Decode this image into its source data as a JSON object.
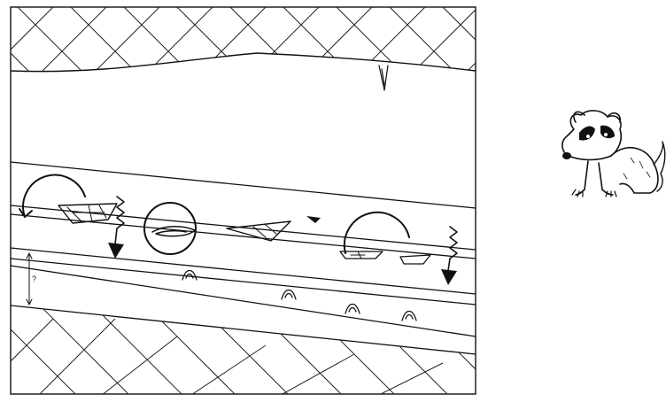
{
  "figure": {
    "kind": "geological cross-section with burrowing animal",
    "panels": [
      "cross-section",
      "badger-illustration"
    ],
    "annotations": {
      "depth_marker": "?"
    },
    "icons": {
      "rotation_circle": "circular-arrow-icon",
      "settling_arrow": "zigzag-down-arrow-icon",
      "burrow_object": "burrow-object-icon",
      "mound": "sediment-mound-icon",
      "animal": "badger-icon"
    },
    "colors": {
      "ink": "#111111",
      "background": "#ffffff"
    }
  }
}
